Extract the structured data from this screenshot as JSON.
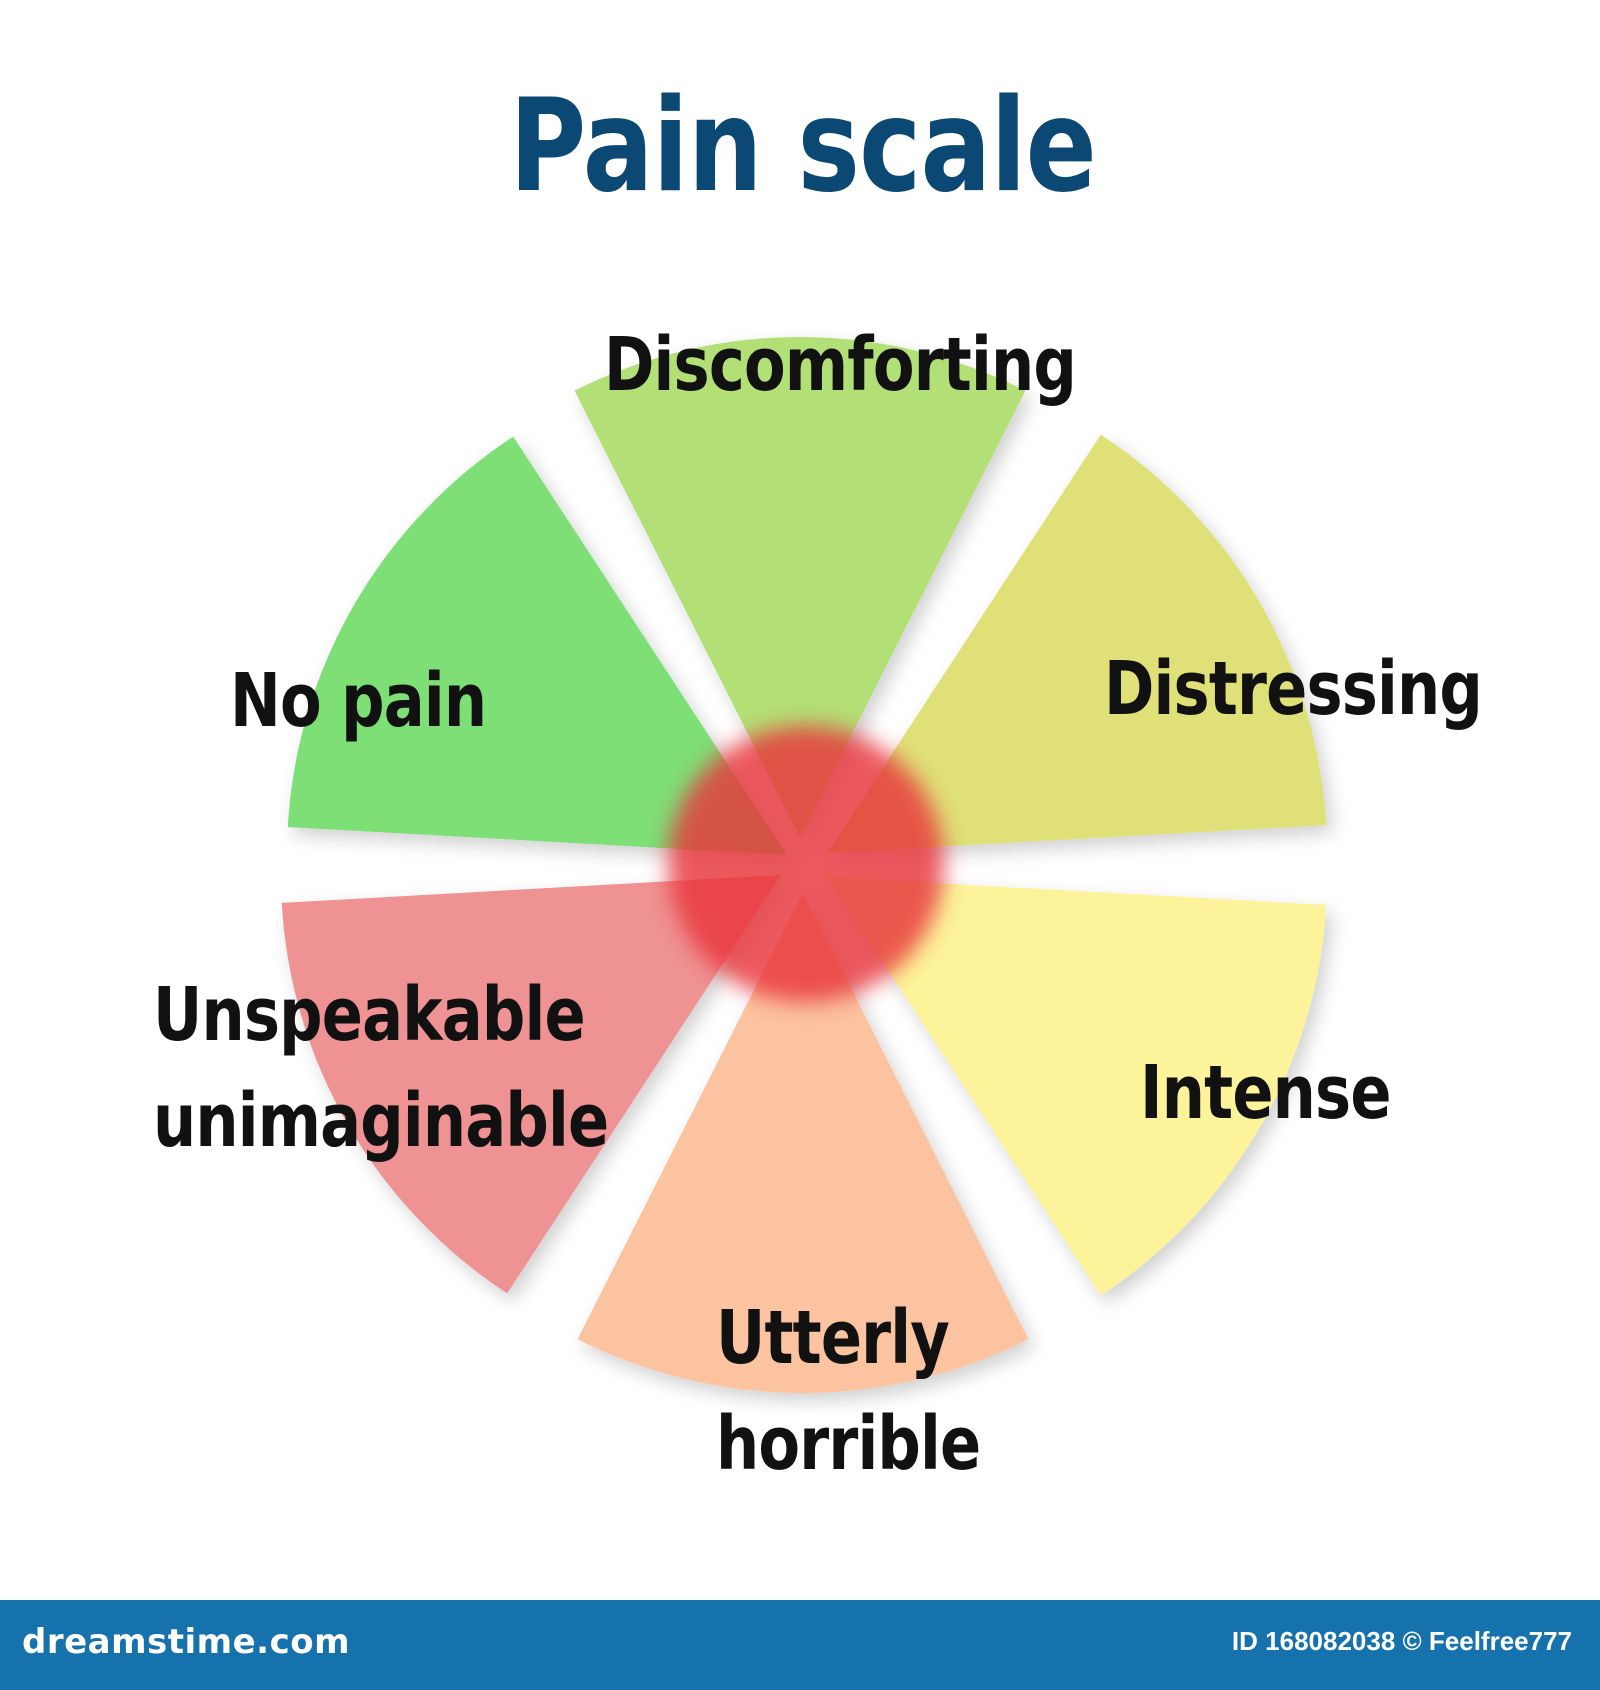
{
  "title": "Pain scale",
  "segments": [
    {
      "label_lines": [
        "No pain"
      ],
      "color": "#7fdf77"
    },
    {
      "label_lines": [
        "Discomforting"
      ],
      "color": "#b3e076"
    },
    {
      "label_lines": [
        "Distressing"
      ],
      "color": "#dfe078"
    },
    {
      "label_lines": [
        "Intense"
      ],
      "color": "#fcf39a"
    },
    {
      "label_lines": [
        "Utterly",
        "horrible"
      ],
      "color": "#fbc39f"
    },
    {
      "label_lines": [
        "Unspeakable",
        "unimaginable"
      ],
      "color": "#ef9293"
    }
  ],
  "center_color": "#e8343a",
  "footer": {
    "brand": "dreamstime.com",
    "id_text": "ID 168082038 © Feelfree777",
    "color": "#1572ad"
  }
}
